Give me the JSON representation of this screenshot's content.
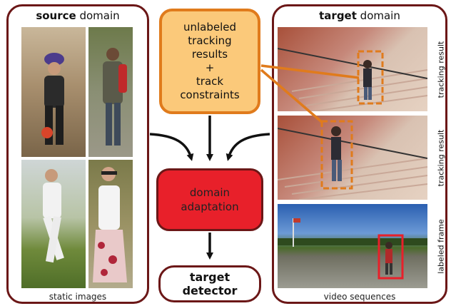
{
  "source_panel": {
    "title_bold": "source",
    "title_rest": " domain",
    "caption": "static images"
  },
  "target_panel": {
    "title_bold": "target",
    "title_rest": " domain",
    "caption": "video sequences",
    "frame_labels": [
      "tracking result",
      "tracking result",
      "labeled frame"
    ]
  },
  "boxes": {
    "input": "unlabeled\ntracking\nresults\n+\ntrack\nconstraints",
    "adaptation": "domain\nadaptation",
    "output": "target\ndetector"
  },
  "colors": {
    "panel_border": "#6b1717",
    "input_fill": "#fbc97a",
    "input_border": "#e07b1c",
    "adapt_fill": "#e8202a",
    "adapt_border": "#6b1717",
    "tracking_box": "#e07b1c",
    "labeled_box": "#e8202a"
  }
}
